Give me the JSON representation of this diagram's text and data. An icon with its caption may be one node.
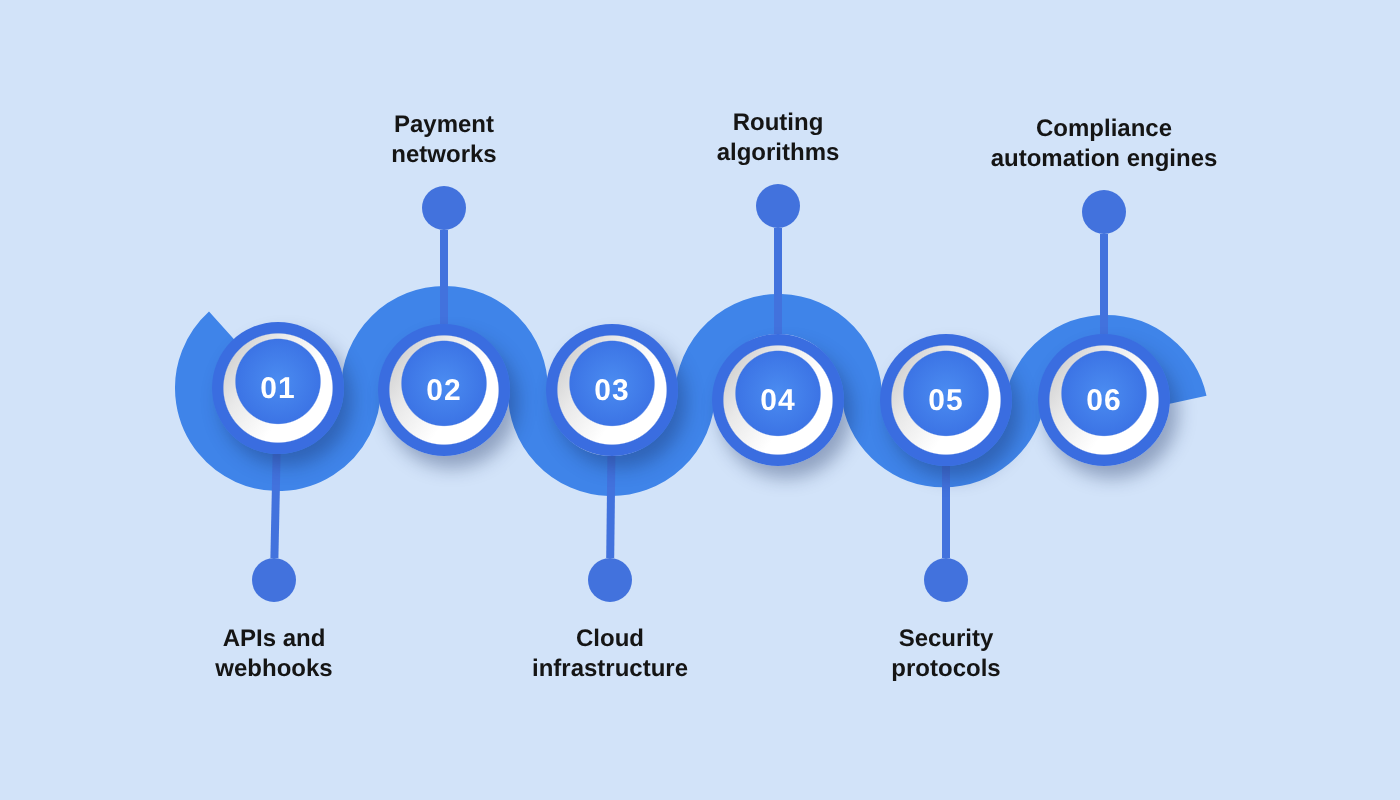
{
  "diagram": {
    "nodes": [
      {
        "text": [
          "01"
        ]
      },
      {
        "text": [],
        "shape": "circle",
        "beside": [
          "APIs and webhooks"
        ]
      },
      {
        "text": [
          "02"
        ]
      },
      {
        "text": [],
        "shape": "circle",
        "beside": [
          "Payment networks"
        ]
      },
      {
        "text": [
          "03"
        ]
      },
      {
        "text": [],
        "shape": "circle",
        "beside": [
          "Cloud infrastructure"
        ]
      },
      {
        "text": [
          "04"
        ]
      },
      {
        "text": [],
        "shape": "circle",
        "beside": [
          "Routing algorithms"
        ]
      },
      {
        "text": [
          "05"
        ]
      },
      {
        "text": [],
        "shape": "circle",
        "beside": [
          "Security protocols"
        ]
      },
      {
        "text": [
          "06"
        ]
      },
      {
        "text": [],
        "shape": "circle",
        "beside": [
          "Compliance automation engines"
        ]
      }
    ],
    "edges": [
      {
        "from": 0,
        "to": 1,
        "arrow": "none"
      },
      {
        "from": 2,
        "to": 3,
        "arrow": "none"
      },
      {
        "from": 4,
        "to": 5,
        "arrow": "none"
      },
      {
        "from": 6,
        "to": 7,
        "arrow": "none"
      },
      {
        "from": 8,
        "to": 9,
        "arrow": "none"
      },
      {
        "from": 10,
        "to": 11,
        "arrow": "none"
      }
    ]
  }
}
